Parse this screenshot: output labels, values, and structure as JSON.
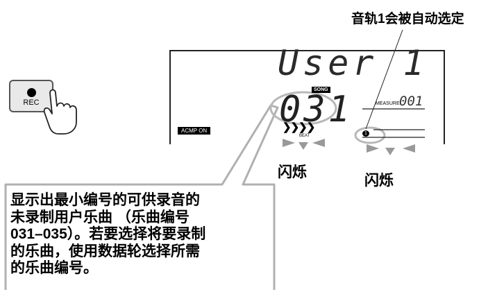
{
  "annotations": {
    "top_caption": "音轨1会被自动选定",
    "flash_left": "闪烁",
    "flash_right": "闪烁",
    "callout_lines": [
      "显示出最小编号的可供录音的",
      "未录制用户乐曲 （乐曲编号",
      "031–035）。若要选择将要录制",
      "的乐曲，使用数据轮选择所需",
      "的乐曲编号。"
    ]
  },
  "rec_button": {
    "label": "REC",
    "icon": "record-dot-icon"
  },
  "lcd": {
    "title": "User 1",
    "song_badge": "SONG",
    "song_number": "031",
    "acmp_badge": "ACMP ON",
    "beat_arrows": "❯❯❯❯",
    "beat_label": "BEAT",
    "measure_label": "MEASURE",
    "measure_value": "001",
    "track_number": "1"
  },
  "colors": {
    "callout_border": "#b0b0b0",
    "highlight_ellipse": "#b8b8b8",
    "flash_triangle": "#999999",
    "lcd_text": "#222222"
  }
}
